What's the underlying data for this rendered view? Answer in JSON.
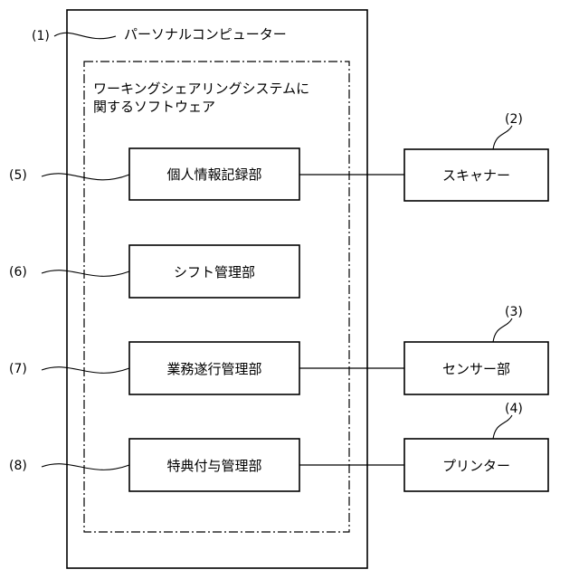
{
  "computer": {
    "ref": "(1)",
    "label": "パーソナルコンピューター"
  },
  "software": {
    "line1": "ワーキングシェアリングシステムに",
    "line2": "関するソフトウェア"
  },
  "modules": [
    {
      "ref": "(5)",
      "label": "個人情報記録部"
    },
    {
      "ref": "(6)",
      "label": "シフト管理部"
    },
    {
      "ref": "(7)",
      "label": "業務遂行管理部"
    },
    {
      "ref": "(8)",
      "label": "特典付与管理部"
    }
  ],
  "devices": [
    {
      "ref": "(2)",
      "label": "スキャナー"
    },
    {
      "ref": "(3)",
      "label": "センサー部"
    },
    {
      "ref": "(4)",
      "label": "プリンター"
    }
  ]
}
